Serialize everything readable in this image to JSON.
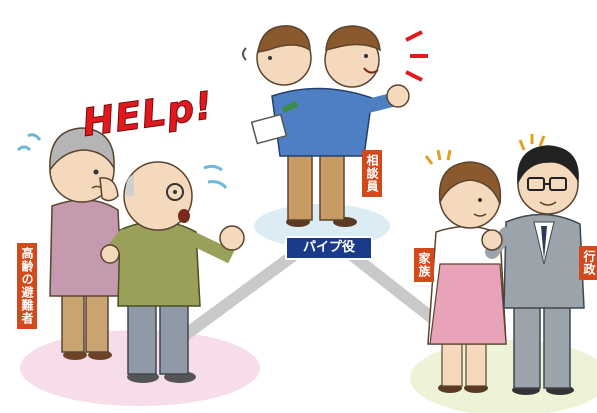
{
  "labels": {
    "evacuee": "高齢の避難者",
    "consultant": "相談員",
    "family": "家族",
    "government": "行政",
    "pipe": "パイプ役",
    "help": "HELp!"
  },
  "colors": {
    "label_bg": "#d24a1c",
    "pipe_bg": "#1a3a8a",
    "help_red": "#e0191f",
    "link_gray": "#c9c9c9",
    "ellipse_pink": "#f6dde9",
    "ellipse_blue": "#dcecf5",
    "ellipse_green": "#edf3d6"
  }
}
